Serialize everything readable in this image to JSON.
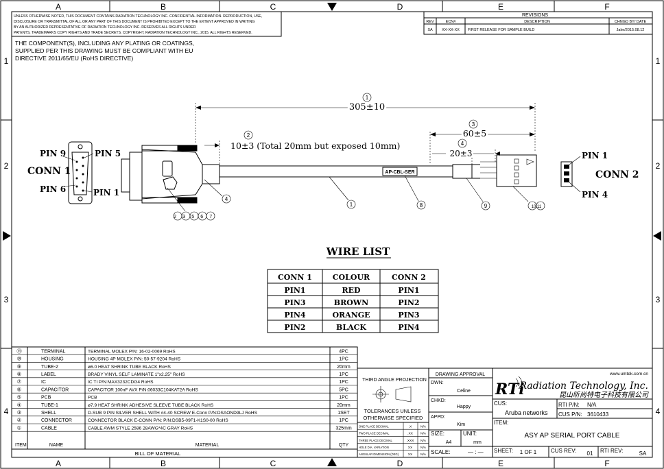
{
  "frame": {
    "col_letters": [
      "A",
      "B",
      "C",
      "D",
      "E",
      "F"
    ],
    "row_numbers": [
      "1",
      "2",
      "3",
      "4"
    ]
  },
  "notice": {
    "lines": [
      "UNLESS OTHERWISE NOTED, THIS DOCUMENT CONTAINS RADIATION TECHNOLOGY INC. CONFIDENTIAL INFORMATION. REPRODUCTION, USE,",
      "DISCLOSURE OR TRANSMITTAL OF ALL OR ANY PART OF THIS DOCUMENT IS PROHIBITED EXCEPT TO THE EXTENT APPROVED IN WRITING",
      "BY AN AUTHORIZED REPRESENTATIVE OF RADIATION TECHNOLOGY INC. RESERVES ALL RIGHTS UNDER",
      "PATENTS, TRADEMARKS COPY RIGHTS AND TRADE SECRETS. COPYRIGHT, RADIATION TECHNOLOGY INC., 2015. ALL RIGHTS RESERVED."
    ]
  },
  "rohs_note": {
    "lines": [
      "THE COMPONENT(S), INCLUDING ANY PLATING OR COATINGS,",
      "SUPPLIED PER THIS DRAWING MUST BE COMPLIANT WITH EU",
      "DIRECTIVE 2011/65/EU (RoHS DIRECTIVE)"
    ]
  },
  "revisions": {
    "title": "REVISIONS",
    "headers": [
      "REV",
      "ECN#",
      "DESCRIPTION",
      "CHNGD BY/ DATE"
    ],
    "row": [
      "SA",
      "XX-XX-XX",
      "FIRST RELEASE FOR SAMPLE BUILD",
      "Jake/2015.08.12"
    ]
  },
  "dimensions": {
    "overall": "305±10",
    "exposed": "10±3 (Total 20mm but exposed 10mm)",
    "end_length": "60±5",
    "strip": "20±3"
  },
  "balloons": {
    "b1": "1",
    "b2": "2",
    "b3": "3",
    "b4": "4",
    "b8": "8",
    "b9": "9",
    "b10_11": "10 11",
    "group": "2 3 5 6 7"
  },
  "conn1": {
    "title": "CONN 1",
    "pin9": "PIN 9",
    "pin5": "PIN 5",
    "pin6": "PIN 6",
    "pin1": "PIN 1"
  },
  "conn2": {
    "title": "CONN 2",
    "pin1": "PIN 1",
    "pin4": "PIN 4"
  },
  "cable_label": "AP-CBL-SER",
  "wire_list": {
    "title": "WIRE LIST",
    "headers": [
      "CONN 1",
      "COLOUR",
      "CONN 2"
    ],
    "rows": [
      [
        "PIN1",
        "RED",
        "PIN1"
      ],
      [
        "PIN3",
        "BROWN",
        "PIN2"
      ],
      [
        "PIN4",
        "ORANGE",
        "PIN3"
      ],
      [
        "PIN2",
        "BLACK",
        "PIN4"
      ]
    ]
  },
  "bom": {
    "rows": [
      {
        "item": "⑪",
        "name": "TERMINAL",
        "material": "TERMINAL MOLEX  P/N: 16-02-0069 RoHS",
        "qty": "4PC"
      },
      {
        "item": "⑩",
        "name": "HOUSING",
        "material": "HOUSING 4P MOLEX P/N:  50-57-9204 RoHS",
        "qty": "1PC"
      },
      {
        "item": "⑨",
        "name": "TUBE-2",
        "material": "ø6.0 HEAT SHRINK  TUBE BLACK RoHS",
        "qty": "20mm"
      },
      {
        "item": "⑧",
        "name": "LABEL",
        "material": "BRADY VINYL SELF LAMINATE 1\"x2.25\" RoHS",
        "qty": "1PC"
      },
      {
        "item": "⑦",
        "name": "IC",
        "material": "IC TI P/N:MAX3232CDG4 RoHS",
        "qty": "1PC"
      },
      {
        "item": "⑥",
        "name": "CAPACITOR",
        "material": "CAPACITOR 100nF AVX P/N:06033C104KAT2A RoHS",
        "qty": "5PC"
      },
      {
        "item": "⑤",
        "name": "PCB",
        "material": "PCB",
        "qty": "1PC"
      },
      {
        "item": "④",
        "name": "TUBE-1",
        "material": "ø7.9 HEAT SHRINK ADHESIVE SLEEVE TUBE BLACK RoHS",
        "qty": "20mm"
      },
      {
        "item": "③",
        "name": "SHELL",
        "material": "D-SUB 9 PIN SILVER SHELL WITH #4-40 SCREW E-Conn P/N:DSAOND9LJ RoHS",
        "qty": "1SET"
      },
      {
        "item": "②",
        "name": "CONNECTOR",
        "material": "CONNECTOR BLACK   E-CONN P/N: P/N:DSB5-09F1-K1S0-00 RoHS",
        "qty": "1PC"
      },
      {
        "item": "①",
        "name": "CABLE",
        "material": "CABLE AWM STYLE 2586 28AWG*4C GRAY RoHS",
        "qty": "325mm"
      }
    ],
    "footer": {
      "item": "ITEM",
      "name": "NAME",
      "material": "MATERIAL",
      "qty": "QTY"
    },
    "bill_of_material": "BILL          OF          MATERIAL"
  },
  "title_block": {
    "projection": "THIRD ANGLE PROJECTION",
    "tolerances": "TOLERANCES UNLESS\nOTHERWISE SPECIFIED",
    "tol_rows": [
      [
        "ONE PLACE DECIMAL",
        ".X",
        "N/A"
      ],
      [
        "TWO PLACE DECIMAL",
        ".XX",
        "N/A"
      ],
      [
        "THREE PLACE DECIMAL",
        ".XXX",
        "N/A"
      ],
      [
        "HOLE DIA. VARIATION",
        "XX",
        "N/A"
      ],
      [
        "ANGULAR DIMENSION (DEG)",
        "XX",
        "N/A"
      ]
    ],
    "approval_title": "DRAWING APPROVAL",
    "dwn_label": "DWN:",
    "dwn": "Celine",
    "chkd_label": "CHKD:",
    "chkd": "Happy",
    "appd_label": "APPD:",
    "appd": "Kim",
    "size_label": "SIZE:",
    "size": "A4",
    "unit_label": "UNIT:",
    "unit": "mm",
    "scale_label": "SCALE:",
    "scale": "— : —",
    "url": "www.umtek.com.cn",
    "company": "Radiation Technology, Inc.",
    "company_cn": "昆山昕尚特电子科技有限公司",
    "logo_text": "RTi",
    "rti_pn_label": "RTI P/N:",
    "rti_pn": "N/A",
    "cus_label": "CUS:",
    "cus": "Aruba networks",
    "cus_pn_label": "CUS P/N:",
    "cus_pn": "3610433",
    "item_label": "ITEM:",
    "item": "ASY AP SERIAL PORT CABLE",
    "sheet_label": "SHEET:",
    "sheet": "1  OF  1",
    "cus_rev_label": "CUS REV:",
    "cus_rev": "01",
    "rti_rev_label": "RTI REV:",
    "rti_rev": "SA"
  }
}
